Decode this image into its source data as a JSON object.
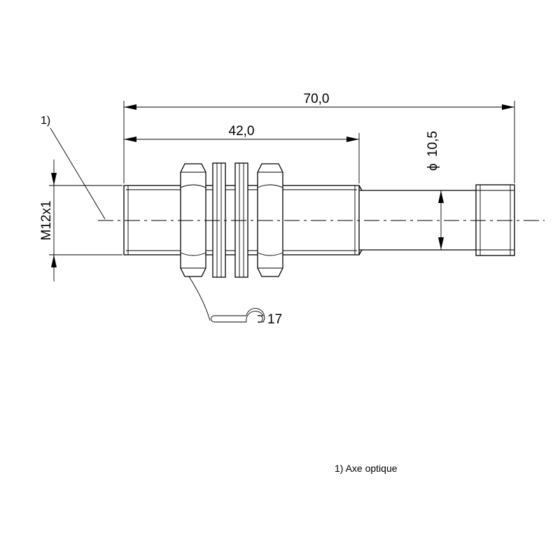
{
  "dimensions": {
    "overall_length": "70,0",
    "thread_length": "42,0",
    "thread": "M12x1",
    "diameter_symbol": "ϕ",
    "diameter": "10,5",
    "wrench_size": "17"
  },
  "callout": {
    "marker": "1)",
    "note": "1) Axe optique"
  }
}
